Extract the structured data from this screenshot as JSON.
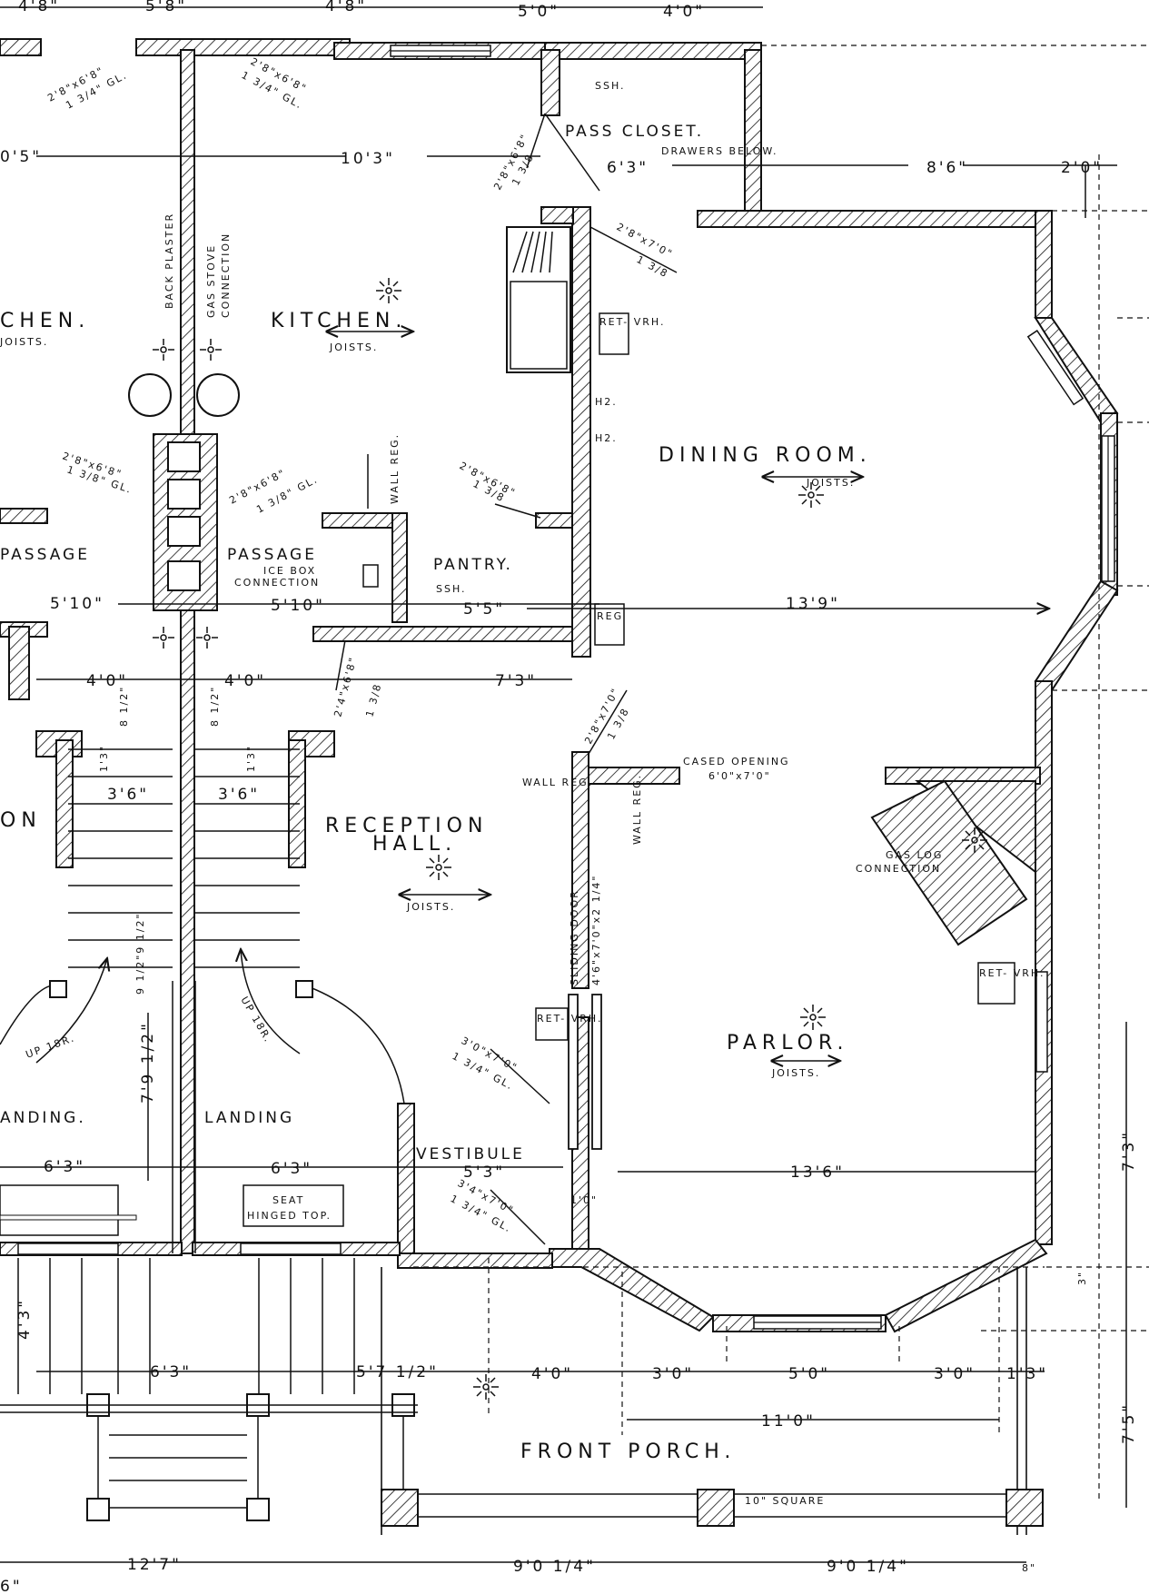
{
  "rooms": {
    "kitchen_left": "CHEN.",
    "kitchen_right": "KITCHEN.",
    "dining_room": "DINING ROOM.",
    "passage_left": "PASSAGE",
    "passage_right": "PASSAGE",
    "pantry": "PANTRY.",
    "reception_line1": "RECEPTION",
    "reception_line2": "HALL.",
    "parlor": "PARLOR.",
    "landing_left": "ANDING.",
    "landing_right": "LANDING",
    "vestibule": "VESTIBULE",
    "front_porch": "FRONT PORCH.",
    "pass_closet": "PASS CLOSET.",
    "on_left": "ON"
  },
  "notes": {
    "joists": "JOISTS.",
    "back_plaster": "BACK PLASTER",
    "gas_stove": "GAS STOVE",
    "gas_stove_2": "CONNECTION",
    "ice_box_1": "ICE BOX",
    "ice_box_2": "CONNECTION",
    "cased_opening": "CASED OPENING",
    "cased_opening_size": "6'0\"x7'0\"",
    "gas_log_1": "GAS LOG",
    "gas_log_2": "CONNECTION",
    "sliding_door": "SLIDING DOOR",
    "sliding_door_size": "4'6\"x7'0\"x2 1/4\"",
    "seat_1": "SEAT",
    "seat_2": "HINGED TOP.",
    "ret_vrh": "RET- VRH.",
    "reg": "REG",
    "wall_reg": "WALL REG.",
    "ssh": "SSH.",
    "ssh2": "SSH.",
    "drawers_below": "DRAWERS BELOW.",
    "h2": "H2.",
    "up_18r_left": "UP 18R.",
    "up_18r_right": "UP 18R.",
    "ten_square": "10\" SQUARE"
  },
  "doors": {
    "d1": "2'8\"x6'8\"",
    "d1b": "1 3/4\" GL.",
    "d2": "2'8\"x6'8\"",
    "d2b": "1 3/4\" GL.",
    "d3": "2'8\"x6'8\"",
    "d3b": "1 3/8",
    "d4": "2'8\"x7'0\"",
    "d4b": "1 3/8",
    "d5": "2'8\"x6'8\"",
    "d5b": "1 3/8\" GL.",
    "d6": "2'8\"x6'8\"",
    "d6b": "1 3/8\" GL.",
    "d7": "2'8\"x6'8\"",
    "d7b": "1 3/8",
    "d8": "2'4\"x6'8\"",
    "d8b": "1 3/8",
    "d9": "2'8\"x7'0\"",
    "d9b": "1 3/8",
    "d10": "3'0\"x7'0\"",
    "d10b": "1 3/4\" GL.",
    "d11": "3'4\"x7'0\"",
    "d11b": "1 3/4\" GL."
  },
  "dimensions": {
    "top_48": "4'8\"",
    "top_58": "5'8\"",
    "top_48b": "4'8\"",
    "top_50": "5'0\"",
    "top_40": "4'0\"",
    "r_05": "0'5\"",
    "r_103": "10'3\"",
    "r_63": "6'3\"",
    "r_86": "8'6\"",
    "r_20": "2'0\"",
    "p_510a": "5'10\"",
    "p_510b": "5'10\"",
    "p_55": "5'5\"",
    "p_139": "13'9\"",
    "h_40a": "4'0\"",
    "h_40b": "4'0\"",
    "h_73": "7'3\"",
    "s_36a": "3'6\"",
    "s_36b": "3'6\"",
    "s_13a": "1'3\"",
    "s_13b": "1'3\"",
    "s_812a": "8 1/2\"",
    "s_812b": "8 1/2\"",
    "s_912": "9 1/2\"9 1/2\"",
    "s_7912": "7'9 1/2\"",
    "l_63a": "6'3\"",
    "l_63b": "6'3\"",
    "v_53": "5'3\"",
    "v_136": "13'6\"",
    "v_10": "1'0\"",
    "f_63": "6'3\"",
    "f_5712": "5'7 1/2\"",
    "f_40": "4'0\"",
    "f_30a": "3'0\"",
    "f_50": "5'0\"",
    "f_30b": "3'0\"",
    "f_13": "1'3\"",
    "f_110": "11'0\"",
    "f_43": "4'3\"",
    "e_73": "7'3\"",
    "e_75": "7'5\"",
    "e_3": "3\"",
    "b_127": "12'7\"",
    "b_9014a": "9'0 1/4\"",
    "b_9014b": "9'0 1/4\"",
    "b_8": "8\"",
    "b_6": "6\""
  }
}
